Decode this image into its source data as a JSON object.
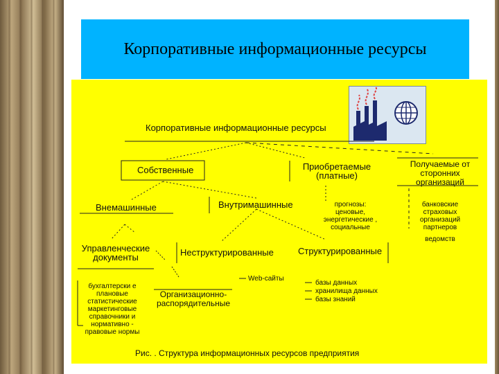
{
  "slide": {
    "title": "Корпоративные информационные ресурсы"
  },
  "diagram": {
    "root": "Корпоративные информационные ресурсы",
    "level1": {
      "own": "Собственные",
      "acquired_line1": "Приобретаемые",
      "acquired_line2": "(платные)",
      "received_line1": "Получаемые от",
      "received_line2": "сторонних",
      "received_line3": "организаций"
    },
    "level2": {
      "non_machine": "Внемашинные",
      "in_machine": "Внутримашинные",
      "forecasts": [
        "прогнозы:",
        "ценовые,",
        "энергетические ,",
        "социальные"
      ],
      "banking": [
        "банковские",
        "страховых",
        "организаций",
        "партнеров",
        "ведомств"
      ]
    },
    "level3": {
      "mgmt_docs_line1": "Управленческие",
      "mgmt_docs_line2": "документы",
      "unstructured": "Неструктурированные",
      "structured": "Структурированные"
    },
    "level4": {
      "websites": "Web-сайты",
      "structured_items": [
        "базы данных",
        "хранилища данных",
        "базы знаний"
      ],
      "org_admin_line1": "Организационно-",
      "org_admin_line2": "распорядительные",
      "mgmt_items": [
        "бухгалтерски е",
        "плановые",
        "статистические",
        "маркетинговые",
        "справочники и",
        "нормативно -",
        "правовые нормы"
      ]
    },
    "caption": "Рис.     . Структура информационных ресурсов предприятия"
  },
  "colors": {
    "title_bg": "#00b3ff",
    "diagram_bg": "#ffff00",
    "frame": "#a08a62"
  },
  "icons": [
    "factory-icon",
    "globe-icon"
  ]
}
